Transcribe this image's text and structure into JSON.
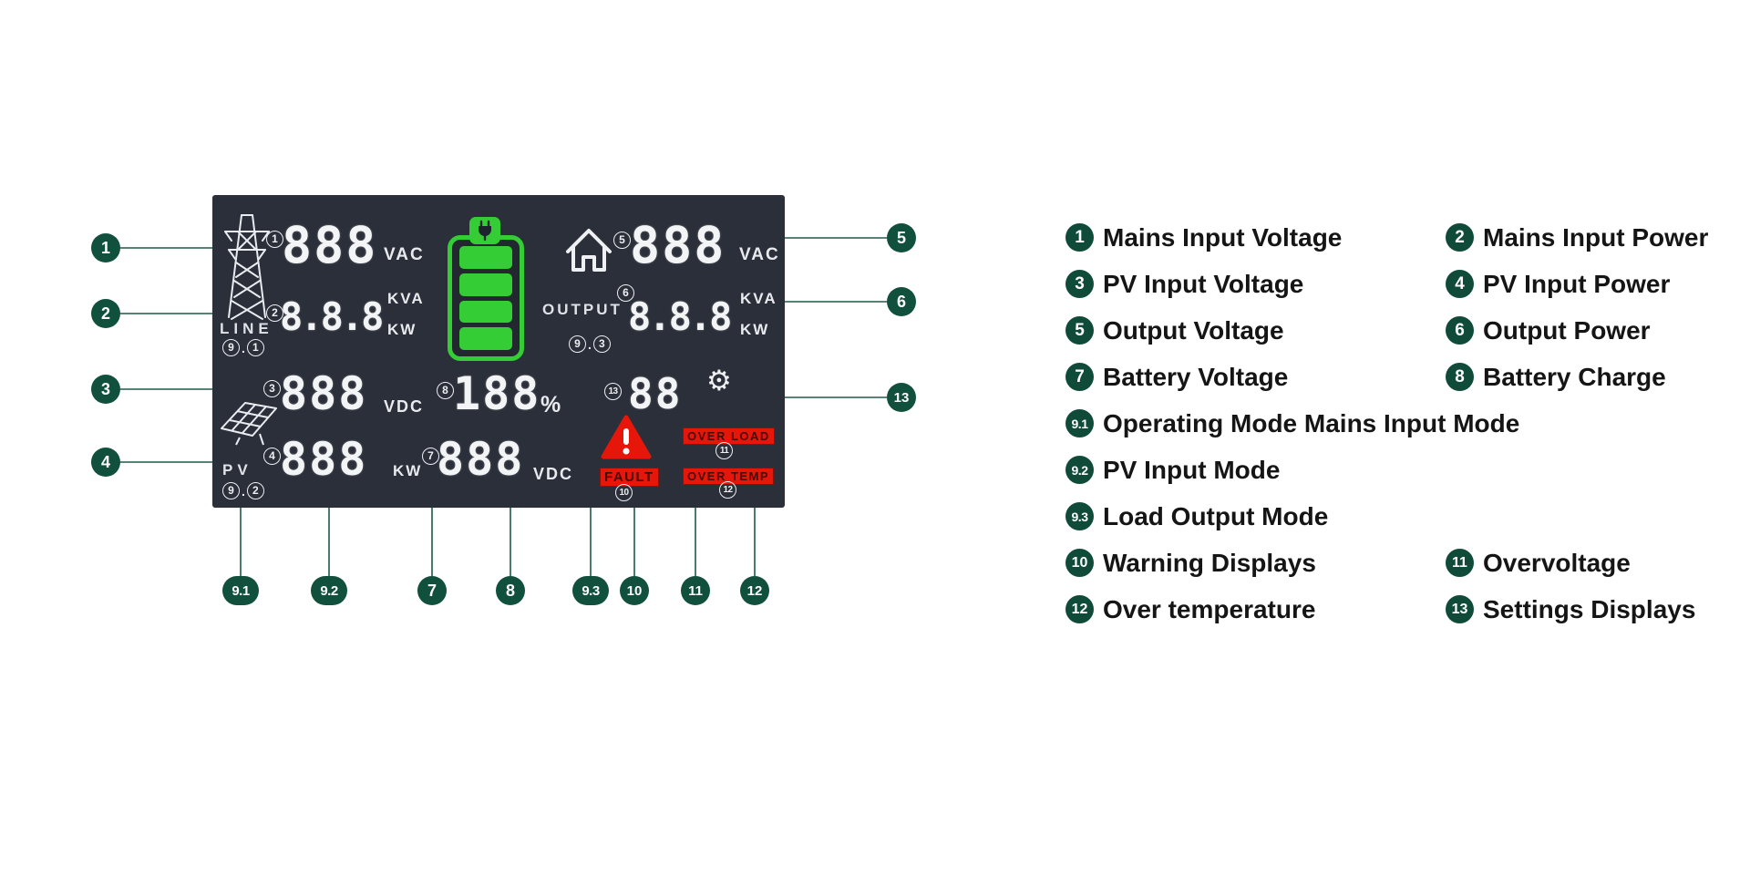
{
  "panel": {
    "sections": {
      "line_label": "LINE",
      "output_label": "OUTPUT",
      "pv_label": "PV"
    },
    "displays": {
      "mains_voltage": {
        "marker": "1",
        "value": "888",
        "unit": "VAC"
      },
      "mains_power": {
        "marker": "2",
        "value": "8.8.8",
        "unit_top": "KVA",
        "unit_bottom": "KW"
      },
      "pv_voltage": {
        "marker": "3",
        "value": "888",
        "unit": "VDC"
      },
      "pv_power": {
        "marker": "4",
        "value": "888",
        "unit": "KW"
      },
      "output_voltage": {
        "marker": "5",
        "value": "888",
        "unit": "VAC"
      },
      "output_power": {
        "marker": "6",
        "value": "8.8.8",
        "unit_top": "KVA",
        "unit_bottom": "KW"
      },
      "battery_voltage": {
        "marker": "7",
        "value": "888",
        "unit": "VDC"
      },
      "battery_charge": {
        "marker": "8",
        "value": "188",
        "unit": "%"
      },
      "settings": {
        "marker": "13",
        "value": "88"
      }
    },
    "modes": {
      "mains": {
        "n": "9",
        "sub": "1"
      },
      "pv": {
        "n": "9",
        "sub": "2"
      },
      "load": {
        "n": "9",
        "sub": "3"
      }
    },
    "warnings": {
      "fault": {
        "label": "FAULT",
        "marker": "10"
      },
      "overload": {
        "label": "OVER LOAD",
        "marker": "11"
      },
      "overtemp": {
        "label": "OVER TEMP",
        "marker": "12"
      }
    },
    "icons": {
      "gear": "⚙"
    }
  },
  "callouts": {
    "left": [
      "1",
      "2",
      "3",
      "4"
    ],
    "right": [
      "5",
      "6",
      "13"
    ],
    "bottom": [
      "9.1",
      "9.2",
      "7",
      "8",
      "9.3",
      "10",
      "11",
      "12"
    ]
  },
  "legend": {
    "rows": [
      {
        "items": [
          {
            "num": "1",
            "text": "Mains Input Voltage"
          },
          {
            "num": "2",
            "text": "Mains Input Power"
          }
        ]
      },
      {
        "items": [
          {
            "num": "3",
            "text": "PV Input Voltage"
          },
          {
            "num": "4",
            "text": "PV Input Power"
          }
        ]
      },
      {
        "items": [
          {
            "num": "5",
            "text": "Output Voltage"
          },
          {
            "num": "6",
            "text": "Output Power"
          }
        ]
      },
      {
        "items": [
          {
            "num": "7",
            "text": "Battery Voltage"
          },
          {
            "num": "8",
            "text": "Battery Charge"
          }
        ]
      },
      {
        "items": [
          {
            "num": "9.1",
            "text": "Operating Mode Mains Input Mode"
          }
        ]
      },
      {
        "items": [
          {
            "num": "9.2",
            "text": "PV Input Mode"
          }
        ]
      },
      {
        "items": [
          {
            "num": "9.3",
            "text": "Load Output Mode"
          }
        ]
      },
      {
        "items": [
          {
            "num": "10",
            "text": "Warning   Displays"
          },
          {
            "num": "11",
            "text": "Overvoltage"
          }
        ]
      },
      {
        "items": [
          {
            "num": "12",
            "text": "Over temperature"
          },
          {
            "num": "13",
            "text": "Settings Displays"
          }
        ]
      }
    ]
  },
  "colors": {
    "panel_bg": "#2a2f39",
    "battery_green": "#35cd35",
    "alert_red": "#e6170a",
    "callout_green": "#11503c"
  }
}
